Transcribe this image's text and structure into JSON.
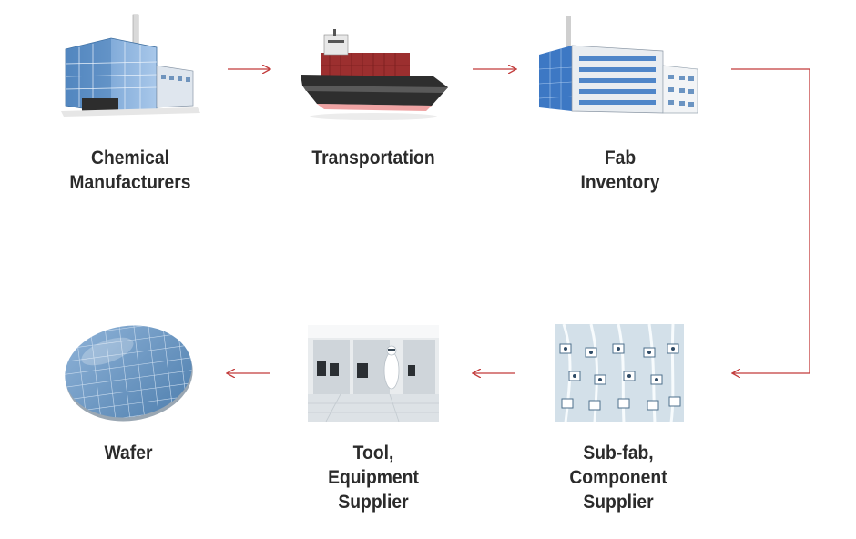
{
  "nodes": [
    {
      "id": "chemical",
      "lines": [
        "Chemical",
        "Manufacturers"
      ]
    },
    {
      "id": "transport",
      "lines": [
        "Transportation"
      ]
    },
    {
      "id": "fab",
      "lines": [
        "Fab",
        "Inventory"
      ]
    },
    {
      "id": "subfab",
      "lines": [
        "Sub-fab,",
        "Component",
        "Supplier"
      ]
    },
    {
      "id": "tool",
      "lines": [
        "Tool,",
        "Equipment",
        "Supplier"
      ]
    },
    {
      "id": "wafer",
      "lines": [
        "Wafer"
      ]
    }
  ],
  "colors": {
    "arrow": "#c23b3b",
    "label": "#2b2b2b"
  },
  "icons": {
    "chemical": "factory-icon",
    "transport": "cargo-ship-icon",
    "fab": "office-building-icon",
    "subfab": "valve-array-icon",
    "tool": "cleanroom-icon",
    "wafer": "wafer-icon"
  }
}
